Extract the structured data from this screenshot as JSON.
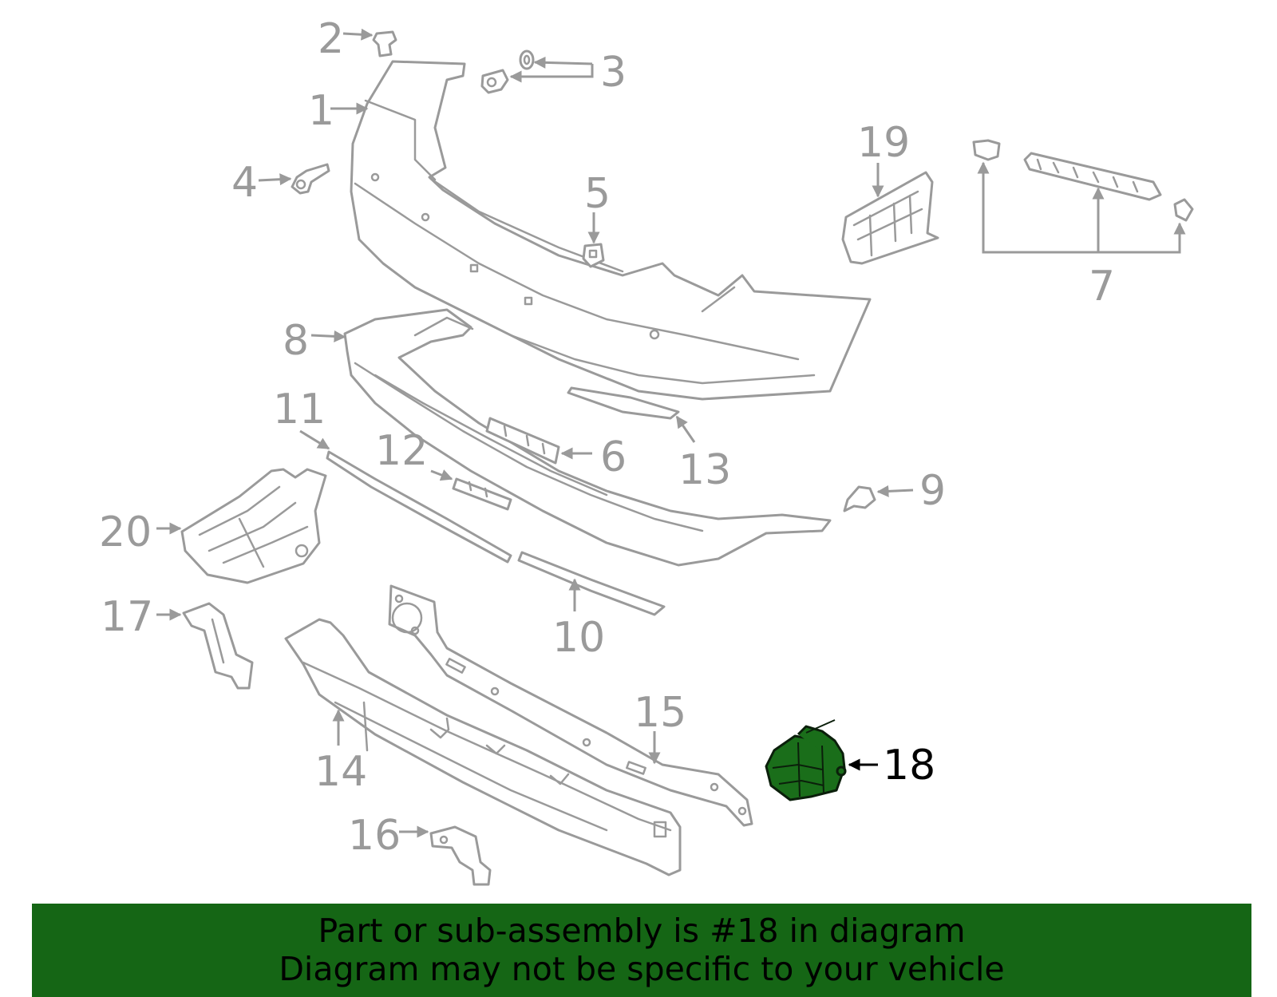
{
  "callouts": {
    "c1": "1",
    "c2": "2",
    "c3": "3",
    "c4": "4",
    "c5": "5",
    "c6": "6",
    "c7": "7",
    "c8": "8",
    "c9": "9",
    "c10": "10",
    "c11": "11",
    "c12": "12",
    "c13": "13",
    "c14": "14",
    "c15": "15",
    "c16": "16",
    "c17": "17",
    "c18": "18",
    "c19": "19",
    "c20": "20"
  },
  "highlighted_part": "18",
  "colors": {
    "highlight": "#1a6e1a",
    "footer": "#156615",
    "line": "#9a9a9a"
  },
  "footer": {
    "line1": "Part or sub-assembly is #18 in diagram",
    "line2": "Diagram may not be specific to your vehicle"
  }
}
